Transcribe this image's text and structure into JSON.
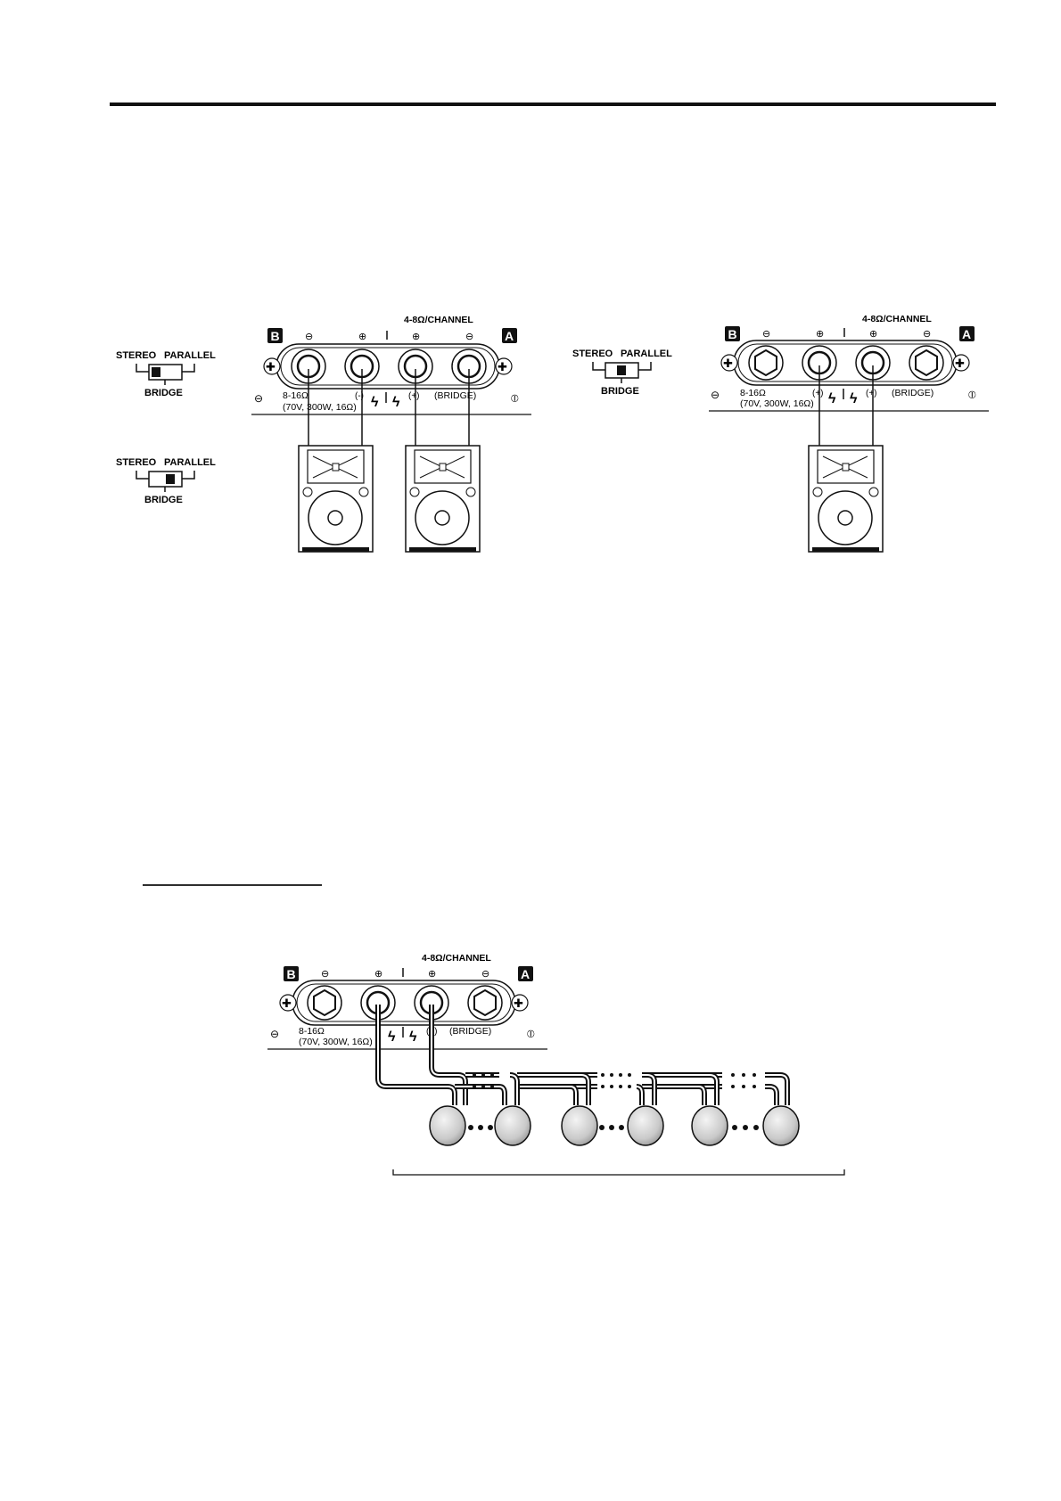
{
  "panel": {
    "channel_label": "4-8Ω/CHANNEL",
    "label_b": "B",
    "label_a": "A",
    "impedance_line1": "8-16Ω",
    "impedance_line2": "(70V, 300W, 16Ω)",
    "bridge_label": "(BRIDGE)",
    "plus_mark": "(+)",
    "minus_mark": "(-)"
  },
  "switches": {
    "stereo": "STEREO",
    "parallel": "PARALLEL",
    "bridge": "BRIDGE"
  },
  "colors": {
    "ink": "#111111",
    "cone_fill": "#d0d0d0",
    "panel_fill": "#ffffff"
  }
}
